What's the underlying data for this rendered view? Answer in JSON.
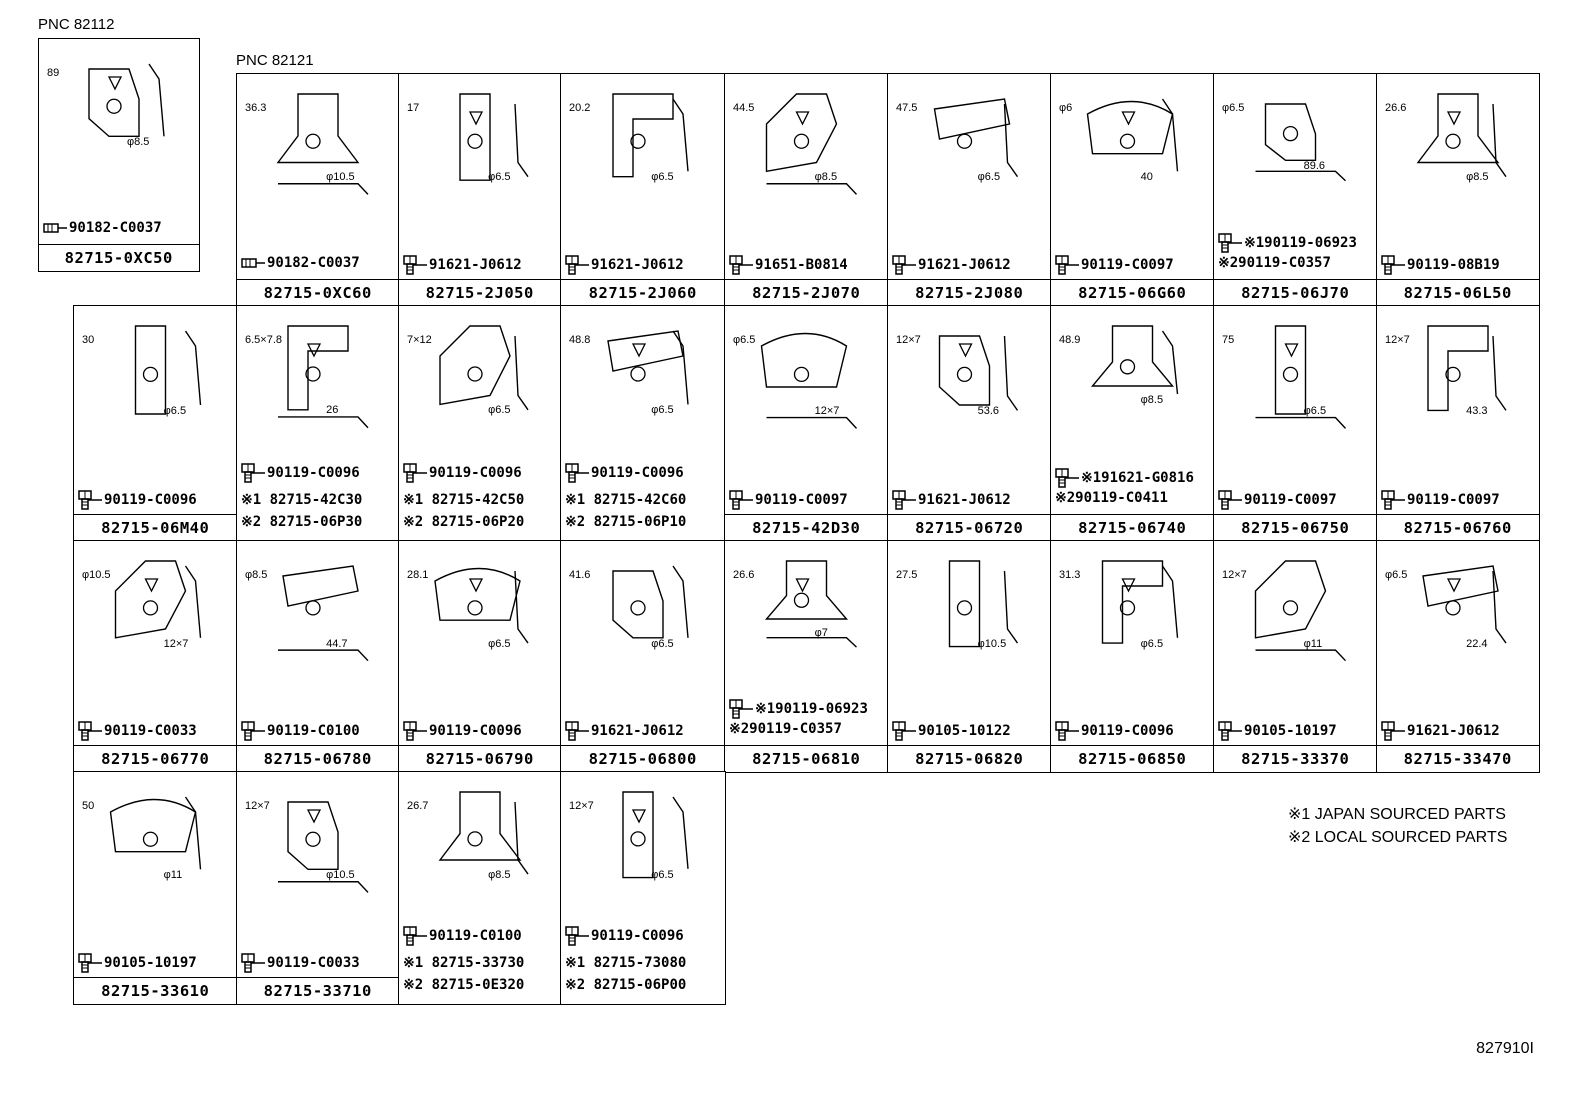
{
  "pnc_labels": [
    "PNC 82112",
    "PNC 82121"
  ],
  "cells": [
    {
      "id": "c0",
      "part": "82715-0XC50",
      "hw": "90182-C0037",
      "hw_type": "pin",
      "dims": [
        "89",
        "φ8.5"
      ]
    },
    {
      "id": "c1",
      "part": "82715-0XC60",
      "hw": "90182-C0037",
      "hw_type": "pin",
      "dims": [
        "36.3",
        "φ10.5"
      ]
    },
    {
      "id": "c2",
      "part": "82715-2J050",
      "hw": "91621-J0612",
      "hw_type": "bolt",
      "dims": [
        "17",
        "φ6.5"
      ]
    },
    {
      "id": "c3",
      "part": "82715-2J060",
      "hw": "91621-J0612",
      "hw_type": "bolt",
      "dims": [
        "20.2",
        "φ6.5"
      ]
    },
    {
      "id": "c4",
      "part": "82715-2J070",
      "hw": "91651-B0814",
      "hw_type": "bolt",
      "dims": [
        "44.5",
        "φ8.5"
      ]
    },
    {
      "id": "c5",
      "part": "82715-2J080",
      "hw": "91621-J0612",
      "hw_type": "bolt",
      "dims": [
        "47.5",
        "φ6.5"
      ]
    },
    {
      "id": "c6",
      "part": "82715-06G60",
      "hw": "90119-C0097",
      "hw_type": "bolt",
      "dims": [
        "φ6",
        "40"
      ]
    },
    {
      "id": "c7",
      "part": "82715-06J70",
      "hw": "※190119-06923",
      "hw2": "※290119-C0357",
      "hw_type": "bolt",
      "dims": [
        "φ6.5",
        "89.6"
      ]
    },
    {
      "id": "c8",
      "part": "82715-06L50",
      "hw": "90119-08B19",
      "hw_type": "bolt",
      "dims": [
        "26.6",
        "φ8.5"
      ]
    },
    {
      "id": "c9",
      "part": "82715-06M40",
      "hw": "90119-C0096",
      "hw_type": "bolt",
      "dims": [
        "30",
        "φ6.5"
      ]
    },
    {
      "id": "c10",
      "part": "",
      "hw": "90119-C0096",
      "hw_type": "bolt",
      "alts": [
        "※1 82715-42C30",
        "※2 82715-06P30"
      ],
      "dims": [
        "6.5×7.8",
        "26"
      ]
    },
    {
      "id": "c11",
      "part": "",
      "hw": "90119-C0096",
      "hw_type": "bolt",
      "alts": [
        "※1 82715-42C50",
        "※2 82715-06P20"
      ],
      "dims": [
        "7×12",
        "φ6.5"
      ]
    },
    {
      "id": "c12",
      "part": "",
      "hw": "90119-C0096",
      "hw_type": "bolt",
      "alts": [
        "※1 82715-42C60",
        "※2 82715-06P10"
      ],
      "dims": [
        "48.8",
        "φ6.5"
      ]
    },
    {
      "id": "c13",
      "part": "82715-42D30",
      "hw": "90119-C0097",
      "hw_type": "bolt",
      "dims": [
        "φ6.5",
        "12×7"
      ]
    },
    {
      "id": "c14",
      "part": "82715-06720",
      "hw": "91621-J0612",
      "hw_type": "bolt",
      "dims": [
        "12×7",
        "53.6"
      ]
    },
    {
      "id": "c15",
      "part": "82715-06740",
      "hw": "※191621-G0816",
      "hw2": "※290119-C0411",
      "hw_type": "bolt",
      "dims": [
        "48.9",
        "φ8.5"
      ]
    },
    {
      "id": "c16",
      "part": "82715-06750",
      "hw": "90119-C0097",
      "hw_type": "bolt",
      "dims": [
        "75",
        "φ6.5"
      ]
    },
    {
      "id": "c17",
      "part": "82715-06760",
      "hw": "90119-C0097",
      "hw_type": "bolt",
      "dims": [
        "12×7",
        "43.3"
      ]
    },
    {
      "id": "c18",
      "part": "82715-06770",
      "hw": "90119-C0033",
      "hw_type": "bolt",
      "dims": [
        "φ10.5",
        "12×7"
      ]
    },
    {
      "id": "c19",
      "part": "82715-06780",
      "hw": "90119-C0100",
      "hw_type": "bolt",
      "dims": [
        "φ8.5",
        "44.7"
      ]
    },
    {
      "id": "c20",
      "part": "82715-06790",
      "hw": "90119-C0096",
      "hw_type": "bolt",
      "dims": [
        "28.1",
        "φ6.5"
      ]
    },
    {
      "id": "c21",
      "part": "82715-06800",
      "hw": "91621-J0612",
      "hw_type": "bolt",
      "dims": [
        "41.6",
        "φ6.5"
      ]
    },
    {
      "id": "c22",
      "part": "82715-06810",
      "hw": "※190119-06923",
      "hw2": "※290119-C0357",
      "hw_type": "bolt",
      "dims": [
        "26.6",
        "φ7"
      ]
    },
    {
      "id": "c23",
      "part": "82715-06820",
      "hw": "90105-10122",
      "hw_type": "bolt",
      "dims": [
        "27.5",
        "φ10.5"
      ]
    },
    {
      "id": "c24",
      "part": "82715-06850",
      "hw": "90119-C0096",
      "hw_type": "bolt",
      "dims": [
        "31.3",
        "φ6.5"
      ]
    },
    {
      "id": "c25",
      "part": "82715-33370",
      "hw": "90105-10197",
      "hw_type": "bolt",
      "dims": [
        "12×7",
        "φ11"
      ]
    },
    {
      "id": "c26",
      "part": "82715-33470",
      "hw": "91621-J0612",
      "hw_type": "bolt",
      "dims": [
        "φ6.5",
        "22.4"
      ]
    },
    {
      "id": "c27",
      "part": "82715-33610",
      "hw": "90105-10197",
      "hw_type": "bolt",
      "dims": [
        "50",
        "φ11"
      ]
    },
    {
      "id": "c28",
      "part": "82715-33710",
      "hw": "90119-C0033",
      "hw_type": "bolt",
      "dims": [
        "12×7",
        "φ10.5"
      ]
    },
    {
      "id": "c29",
      "part": "",
      "hw": "90119-C0100",
      "hw_type": "bolt",
      "alts": [
        "※1 82715-33730",
        "※2 82715-0E320"
      ],
      "dims": [
        "26.7",
        "φ8.5"
      ]
    },
    {
      "id": "c30",
      "part": "",
      "hw": "90119-C0096",
      "hw_type": "bolt",
      "alts": [
        "※1 82715-73080",
        "※2 82715-06P00"
      ],
      "dims": [
        "12×7",
        "φ6.5"
      ]
    }
  ],
  "notes": [
    "※1 JAPAN SOURCED PARTS",
    "※2 LOCAL SOURCED PARTS"
  ],
  "figure_id": "827910I"
}
